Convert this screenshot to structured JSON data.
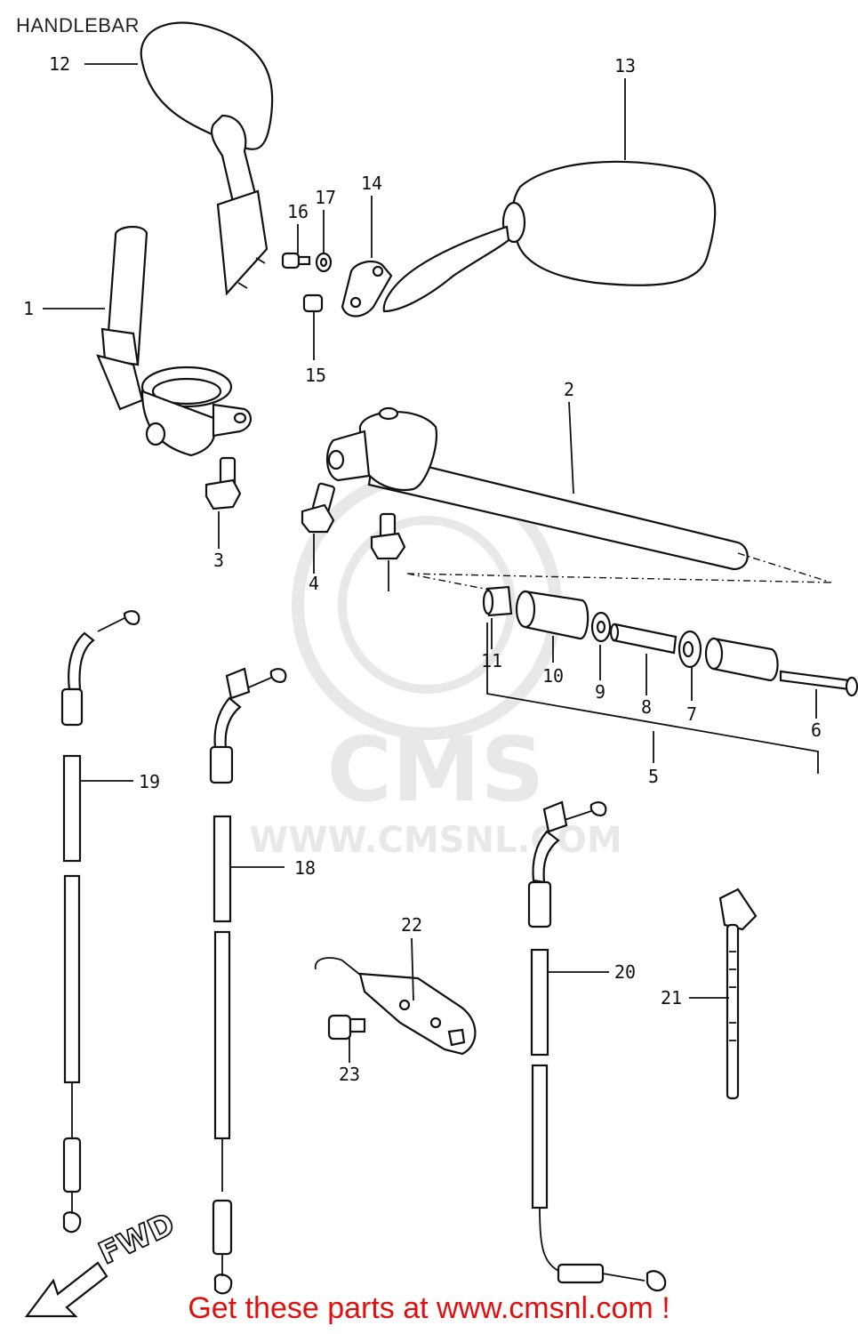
{
  "page": {
    "title": "HANDLEBAR",
    "footer": "Get these parts at www.cmsnl.com !",
    "watermark_text": "CMS",
    "watermark_url": "WWW.CMSNL.COM",
    "fwd_label": "FWD"
  },
  "callouts": [
    "1",
    "2",
    "3",
    "4",
    "5",
    "6",
    "7",
    "8",
    "9",
    "10",
    "11",
    "12",
    "13",
    "14",
    "15",
    "16",
    "17",
    "18",
    "19",
    "20",
    "21",
    "22",
    "23"
  ],
  "colors": {
    "ink": "#111111",
    "footer_red": "#e01010",
    "watermark": "#d6d6d6"
  }
}
